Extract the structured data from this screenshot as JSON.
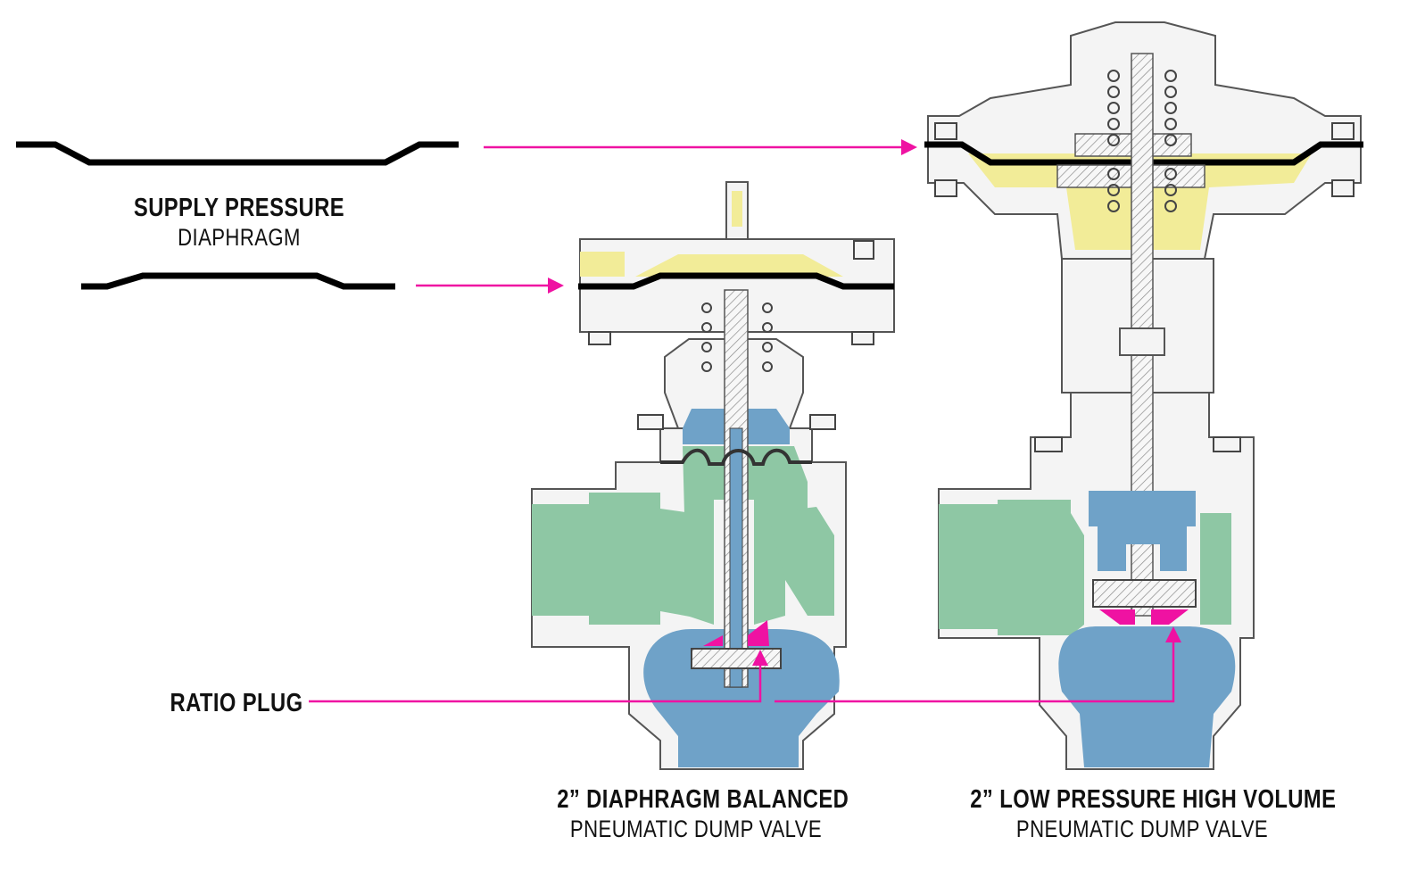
{
  "labels": {
    "supply_main": "SUPPLY PRESSURE",
    "supply_sub": "DIAPHRAGM",
    "ratio_plug": "RATIO PLUG",
    "left_valve_main": "2” DIAPHRAGM BALANCED",
    "left_valve_sub": "PNEUMATIC DUMP VALVE",
    "right_valve_main": "2” LOW PRESSURE HIGH VOLUME",
    "right_valve_sub": "PNEUMATIC DUMP VALVE"
  },
  "colors": {
    "callout": "#ef12a2",
    "flow_outlet": "#6fa2c8",
    "flow_inlet": "#8ec7a4",
    "supply_chamber": "#f2ec98",
    "diaphragm": "#000000"
  }
}
